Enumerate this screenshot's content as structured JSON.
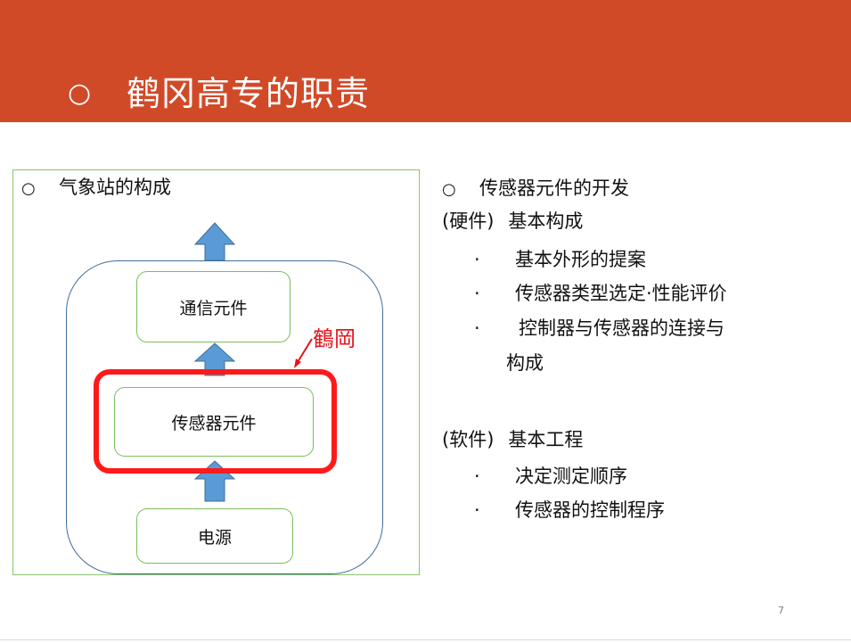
{
  "slide": {
    "title_bullet": "○",
    "title": "鹤冈高专的职责",
    "page_number": "7"
  },
  "left": {
    "bullet": "○",
    "heading": "气象站的构成",
    "nodes": {
      "comm": "通信元件",
      "sensor": "传感器元件",
      "power": "电源"
    },
    "red_label": "鶴岡"
  },
  "right": {
    "heading_bullet": "○",
    "heading": "传感器元件的开发",
    "hardware_label": "(硬件)",
    "hardware_title": "基本构成",
    "hardware_items": [
      "基本外形的提案",
      "传感器类型选定·性能评价",
      "控制器与传感器的连接与",
      "构成"
    ],
    "software_label": "(软件)",
    "software_title": "基本工程",
    "software_items": [
      "决定测定顺序",
      "传感器的控制程序"
    ],
    "item_bullet": "·"
  },
  "colors": {
    "title_bar": "#d14a28",
    "accent_red": "#ff1a1a",
    "arrow_blue": "#5b9bd5",
    "node_border": "#7cbf5c",
    "panel_border": "#8cc46e"
  }
}
